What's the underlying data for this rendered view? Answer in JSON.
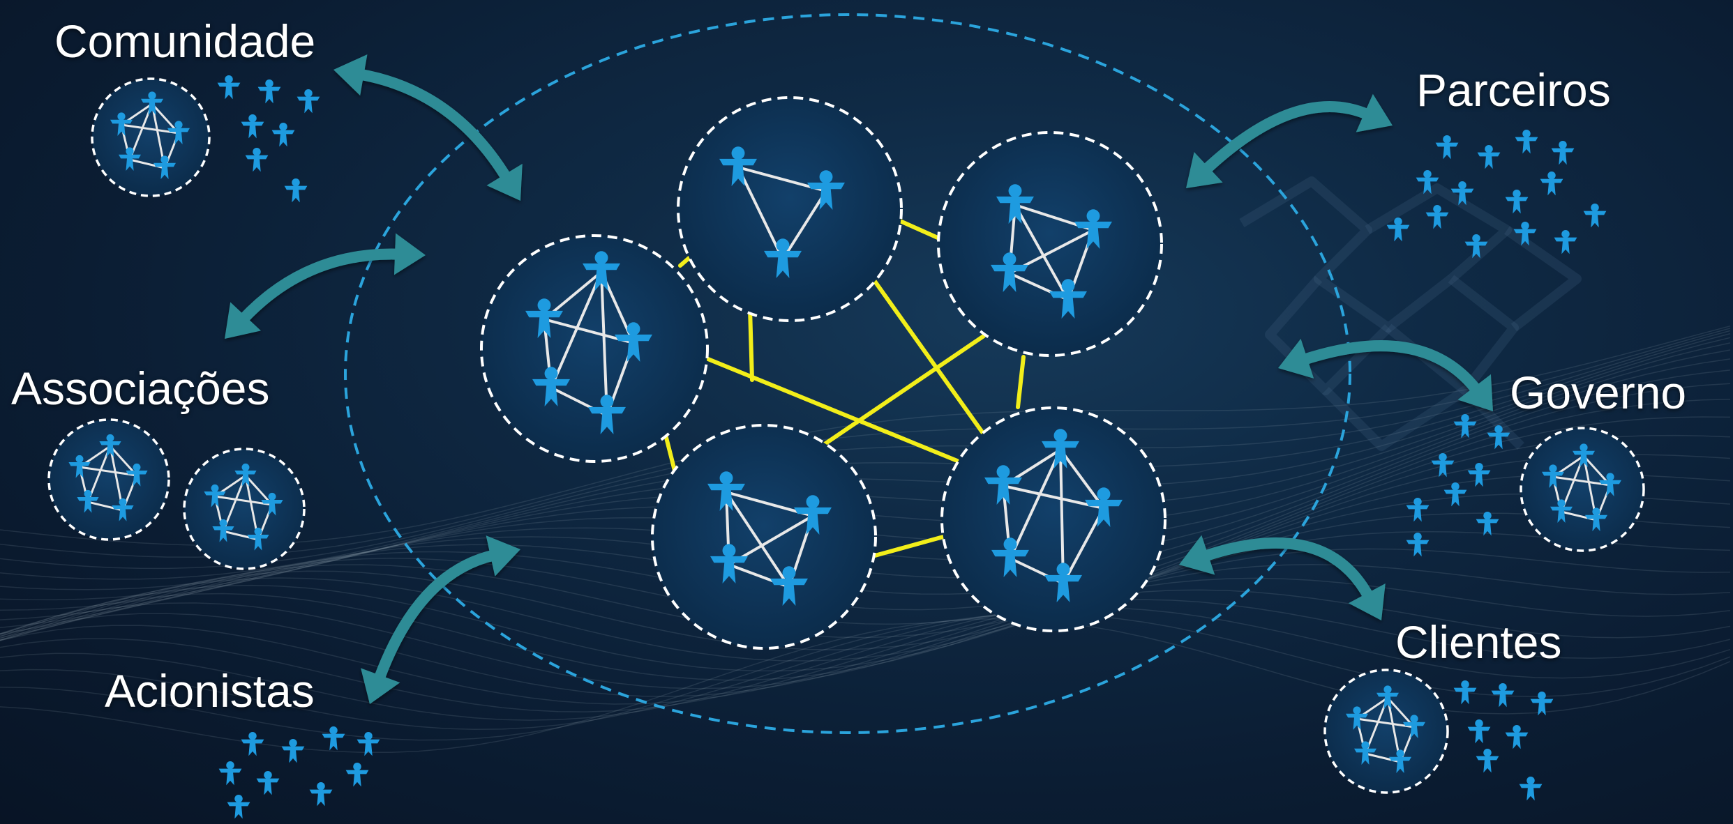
{
  "stakeholders": {
    "comunidade": "Comunidade",
    "parceiros": "Parceiros",
    "associacoes": "Associações",
    "governo": "Governo",
    "acionistas": "Acionistas",
    "clientes": "Clientes"
  },
  "colors": {
    "person": "#1e9be0",
    "internal_link": "#e8e8e8",
    "team_bridge": "#f2ee1a",
    "boundary": "#2ba4dc",
    "exchange_arrow": "#2e8c96",
    "cluster_fill": "#0e3254",
    "cluster_border": "#ffffff"
  },
  "icons": {
    "person": "person-icon",
    "exchange": "double-headed-arrow-icon"
  }
}
